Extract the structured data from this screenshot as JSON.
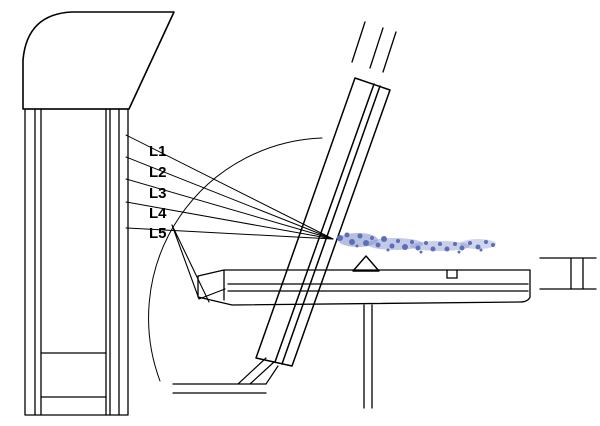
{
  "labels": {
    "l1": "L1",
    "l2": "L2",
    "l3": "L3",
    "l4": "L4",
    "l5": "L5"
  },
  "colors": {
    "line": "#000000",
    "sample": "#5b6fb8",
    "background": "#ffffff"
  }
}
